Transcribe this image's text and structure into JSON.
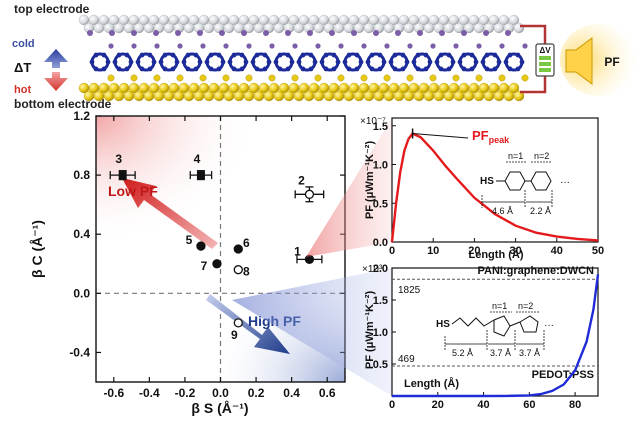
{
  "device": {
    "top_label": "top electrode",
    "bottom_label": "bottom electrode",
    "cold": "cold",
    "hot": "hot",
    "delta_t": "ΔT",
    "meter": "ΔV",
    "pf": "PF"
  },
  "colors": {
    "cold": "#3a4fa3",
    "hot": "#d2322b",
    "red_curve": "#e41a1c",
    "blue_curve": "#1f2bd6",
    "molecule": "#1d2b9a",
    "gold": "#e8c814"
  },
  "chart_data": [
    {
      "type": "scatter",
      "xlabel": "β S (Å⁻¹)",
      "ylabel": "β C (Å⁻¹)",
      "xlim": [
        -0.7,
        0.7
      ],
      "ylim": [
        -0.6,
        1.2
      ],
      "xticks": [
        "-0.6",
        "-0.4",
        "-0.2",
        "0.0",
        "0.2",
        "0.4",
        "0.6"
      ],
      "yticks": [
        "-0.4",
        "0.0",
        "0.4",
        "0.8",
        "1.2"
      ],
      "points": [
        {
          "label": "1",
          "x": 0.5,
          "y": 0.23,
          "filled": true,
          "xerr": 0.07,
          "yerr": 0
        },
        {
          "label": "2",
          "x": 0.5,
          "y": 0.67,
          "filled": false,
          "xerr": 0.08,
          "yerr": 0.05
        },
        {
          "label": "3",
          "x": -0.55,
          "y": 0.8,
          "filled": true,
          "xerr": 0.07,
          "yerr": 0.03
        },
        {
          "label": "4",
          "x": -0.11,
          "y": 0.8,
          "filled": true,
          "xerr": 0.06,
          "yerr": 0.03
        },
        {
          "label": "5",
          "x": -0.11,
          "y": 0.32,
          "filled": true,
          "xerr": 0,
          "yerr": 0
        },
        {
          "label": "6",
          "x": 0.1,
          "y": 0.3,
          "filled": true,
          "xerr": 0,
          "yerr": 0
        },
        {
          "label": "7",
          "x": -0.02,
          "y": 0.2,
          "filled": true,
          "xerr": 0,
          "yerr": 0
        },
        {
          "label": "8",
          "x": 0.1,
          "y": 0.16,
          "filled": false,
          "xerr": 0,
          "yerr": 0
        },
        {
          "label": "9",
          "x": 0.1,
          "y": -0.2,
          "filled": false,
          "xerr": 0,
          "yerr": 0
        }
      ],
      "annotations": {
        "low": "Low PF",
        "high": "High PF"
      }
    },
    {
      "type": "line",
      "xlabel": "Length (Å)",
      "ylabel": "PF (μWm⁻¹K⁻²)",
      "exponent": "×10⁻⁷",
      "xlim": [
        0,
        50
      ],
      "ylim": [
        0,
        1.6
      ],
      "xticks": [
        "0",
        "10",
        "20",
        "30",
        "40",
        "50"
      ],
      "yticks": [
        "0.0",
        "0.5",
        "1.0",
        "1.5"
      ],
      "peak_label": "PF",
      "peak_sub": "peak",
      "peak": {
        "x": 5,
        "y": 1.4
      },
      "series": [
        {
          "x": [
            0,
            1,
            2,
            3,
            4,
            5,
            7,
            10,
            13,
            16,
            20,
            25,
            30,
            35,
            40,
            45,
            50
          ],
          "y": [
            0,
            0.5,
            0.9,
            1.18,
            1.33,
            1.4,
            1.35,
            1.18,
            0.98,
            0.8,
            0.57,
            0.36,
            0.21,
            0.12,
            0.07,
            0.04,
            0.02
          ]
        }
      ],
      "molecule": {
        "group": "HS",
        "n1": "n=1",
        "n2": "n=2",
        "d1": "4.6 Å",
        "d2": "2.2 Å",
        "ellipsis": "···"
      }
    },
    {
      "type": "line",
      "xlabel": "Length (Å)",
      "ylabel": "PF (μWm⁻¹K⁻²)",
      "exponent": "×10³",
      "xlim": [
        0,
        90
      ],
      "ylim": [
        0,
        2.0
      ],
      "xticks": [
        "0",
        "20",
        "40",
        "60",
        "80"
      ],
      "yticks": [
        "0.5",
        "1.0",
        "1.5",
        "2.0"
      ],
      "reference_lines": [
        {
          "name": "PANI:graphene:DWCN",
          "value_label": "1825",
          "y": 1.825
        },
        {
          "name": "PEDOT:PSS",
          "value_label": "469",
          "y": 0.469
        }
      ],
      "series": [
        {
          "x": [
            0,
            40,
            50,
            60,
            65,
            70,
            75,
            80,
            85,
            88,
            90
          ],
          "y": [
            0,
            0,
            0.002,
            0.01,
            0.03,
            0.08,
            0.18,
            0.4,
            0.85,
            1.35,
            1.9
          ]
        }
      ],
      "molecule": {
        "group": "HS",
        "n1": "n=1",
        "n2": "n=2",
        "d1": "5.2 Å",
        "d2": "3.7 Å",
        "d3": "3.7 Å",
        "ellipsis": "···"
      }
    }
  ]
}
